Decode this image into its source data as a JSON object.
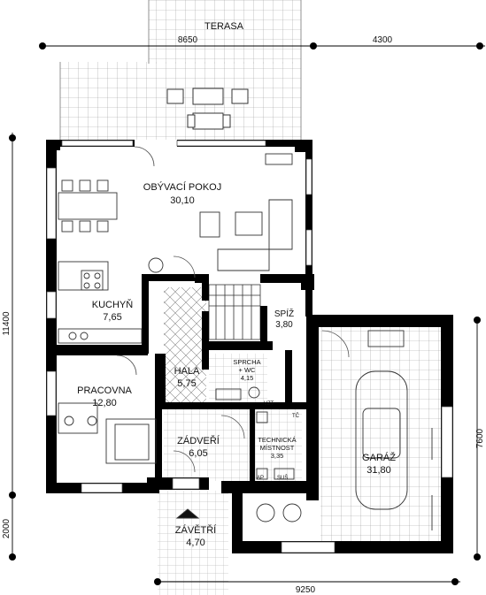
{
  "rooms": {
    "terasa": {
      "name": "TERASA"
    },
    "obyvaci": {
      "name": "OBÝVACÍ POKOJ",
      "area": "30,10"
    },
    "kuchyn": {
      "name": "KUCHYŇ",
      "area": "7,65"
    },
    "spiz": {
      "name": "SPÍŽ",
      "area": "3,80"
    },
    "hala": {
      "name": "HALA",
      "area": "5,75"
    },
    "sprcha": {
      "name1": "SPRCHA",
      "name2": "+ WC",
      "area": "4,15"
    },
    "pracovna": {
      "name": "PRACOVNA",
      "area": "12,80"
    },
    "zadveri": {
      "name": "ZÁDVEŘÍ",
      "area": "6,05"
    },
    "technicka": {
      "name1": "TECHNICKÁ",
      "name2": "MÍSTNOST",
      "area": "3,35"
    },
    "garaz": {
      "name": "GARÁŽ",
      "area": "31,80"
    },
    "zavetri": {
      "name": "ZÁVĚTŘÍ",
      "area": "4,70"
    }
  },
  "dimensions": {
    "top_left": "8650",
    "top_right": "4300",
    "left_main": "11400",
    "left_lower": "2000",
    "right": "7600",
    "bottom": "9250"
  },
  "tech_labels": {
    "tc": "TČ",
    "ap": "AP",
    "sus": "SUŠ",
    "vzt": "VZT"
  },
  "colors": {
    "wall": "#000000",
    "floor_line": "#9a9a9a",
    "background": "#ffffff"
  }
}
